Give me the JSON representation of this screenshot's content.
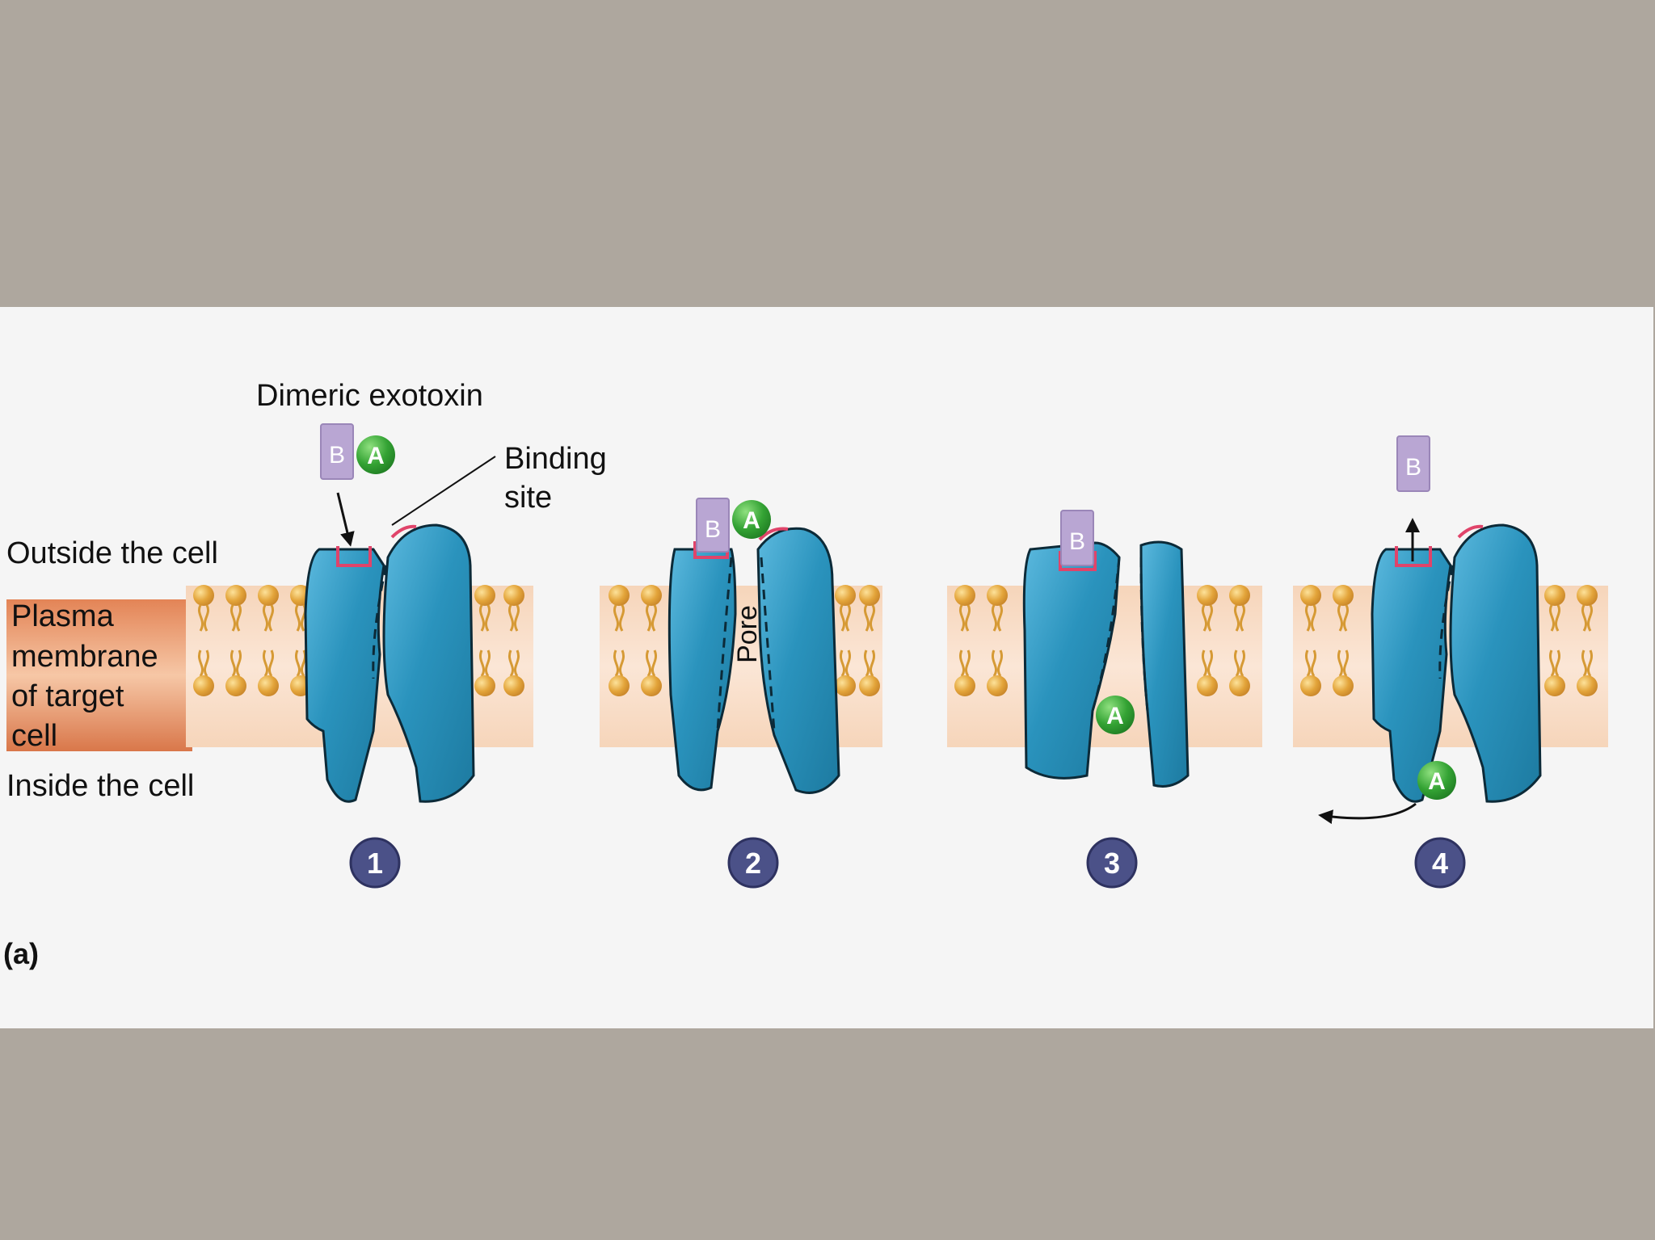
{
  "labels": {
    "dimeric_exotoxin": "Dimeric exotoxin",
    "binding_site_line1": "Binding",
    "binding_site_line2": "site",
    "outside_cell": "Outside the cell",
    "membrane_line1": "Plasma",
    "membrane_line2": "membrane",
    "membrane_line3": "of target",
    "membrane_line4": "cell",
    "inside_cell": "Inside the cell",
    "pore": "Pore",
    "panel_label": "(a)",
    "subunit_b": "B",
    "subunit_a": "A"
  },
  "steps": [
    "1",
    "2",
    "3",
    "4"
  ],
  "colors": {
    "background": "#aea79e",
    "panel": "#f5f5f5",
    "protein": "#2a93bd",
    "protein_dark": "#1b6f92",
    "lipid_head": "#e0a336",
    "membrane_band": "#f3c8a2",
    "membrane_label_band": "#dd7d4e",
    "subunit_b": "#b9a6d3",
    "subunit_a": "#3aa83a",
    "binding_site": "#e0446a",
    "step_badge": "#4b5188"
  }
}
